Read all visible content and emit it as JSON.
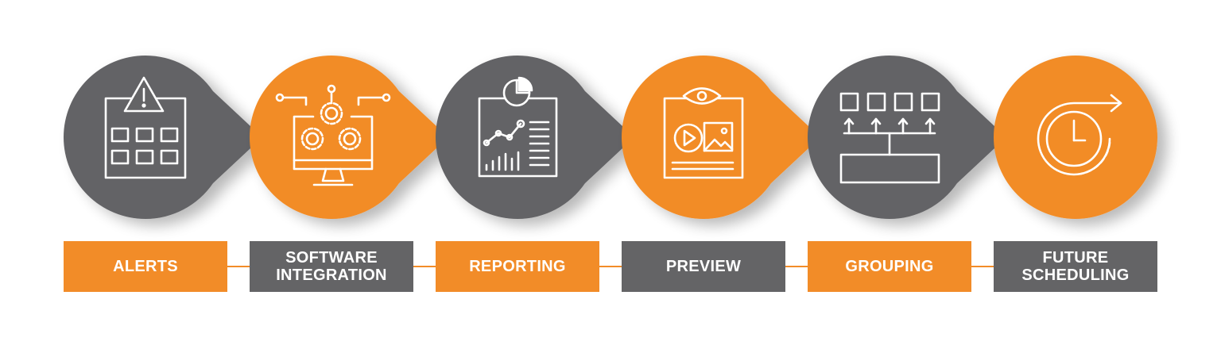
{
  "colors": {
    "orange": "#f28c28",
    "gray": "#646466",
    "white": "#ffffff"
  },
  "steps": [
    {
      "label": "ALERTS",
      "color": "orange",
      "circle_color": "gray",
      "icon": "alert-calendar-icon"
    },
    {
      "label": "SOFTWARE\nINTEGRATION",
      "color": "gray",
      "circle_color": "orange",
      "icon": "monitor-gears-icon"
    },
    {
      "label": "REPORTING",
      "color": "orange",
      "circle_color": "gray",
      "icon": "report-chart-icon"
    },
    {
      "label": "PREVIEW",
      "color": "gray",
      "circle_color": "orange",
      "icon": "media-preview-icon"
    },
    {
      "label": "GROUPING",
      "color": "orange",
      "circle_color": "gray",
      "icon": "grouping-blocks-icon"
    },
    {
      "label": "FUTURE\nSCHEDULING",
      "color": "gray",
      "circle_color": "orange",
      "icon": "clock-arrow-icon"
    }
  ]
}
